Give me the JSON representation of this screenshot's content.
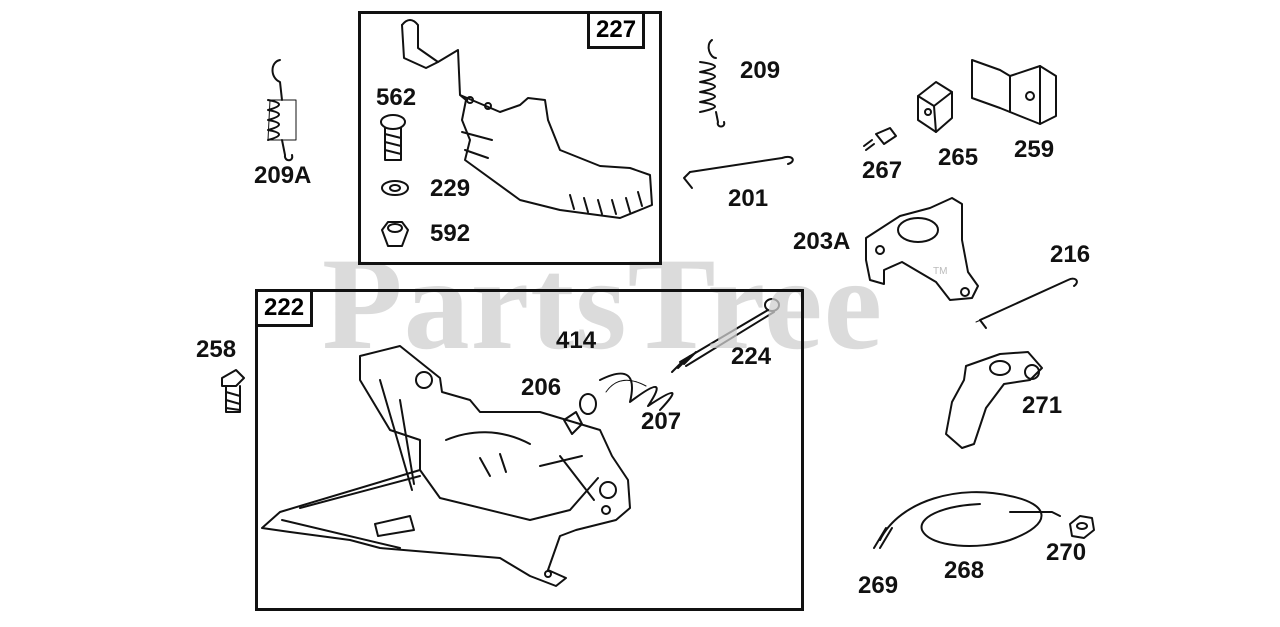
{
  "watermark": {
    "text": "PartsTree",
    "mark": "TM"
  },
  "groups": [
    {
      "id": "227",
      "label": "227"
    },
    {
      "id": "222",
      "label": "222"
    }
  ],
  "parts": {
    "p209a": "209A",
    "p562": "562",
    "p229": "229",
    "p592": "592",
    "p209": "209",
    "p201": "201",
    "p267": "267",
    "p265": "265",
    "p259": "259",
    "p203a": "203A",
    "p216": "216",
    "p258": "258",
    "p414": "414",
    "p224": "224",
    "p206": "206",
    "p207": "207",
    "p271": "271",
    "p269": "269",
    "p268": "268",
    "p270": "270"
  }
}
